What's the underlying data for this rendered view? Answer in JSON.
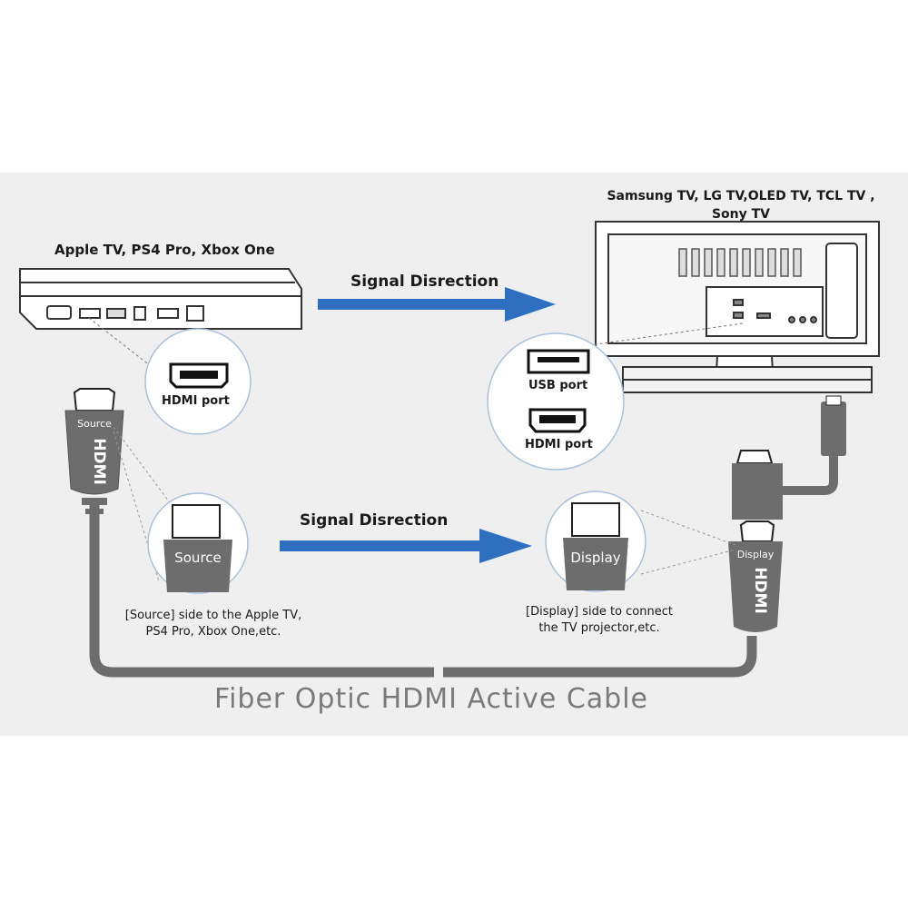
{
  "source_device": {
    "label": "Apple TV, PS4 Pro, Xbox One"
  },
  "tv": {
    "label_line1": "Samsung TV, LG TV,OLED TV, TCL TV ,",
    "label_line2": "Sony TV"
  },
  "arrows": {
    "top_label": "Signal Disrection",
    "bottom_label": "Signal Disrection"
  },
  "ports": {
    "hdmi_port": "HDMI port",
    "usb_port": "USB port",
    "hdmi_port_tv": "HDMI port"
  },
  "cable": {
    "source_tag": "Source",
    "display_tag": "Display",
    "vertical_text": "HDMI",
    "zoom_source_tag": "Source",
    "zoom_display_tag": "Display"
  },
  "captions": {
    "source_line1": "[Source] side to the Apple TV,",
    "source_line2": "PS4 Pro, Xbox One,etc.",
    "display_line1": "[Display] side to connect",
    "display_line2": "the TV projector,etc."
  },
  "title": "Fiber Optic HDMI Active Cable",
  "colors": {
    "panel": "#efefef",
    "arrow": "#2f6fc0",
    "cable": "#6d6d6d",
    "line": "#333333"
  }
}
